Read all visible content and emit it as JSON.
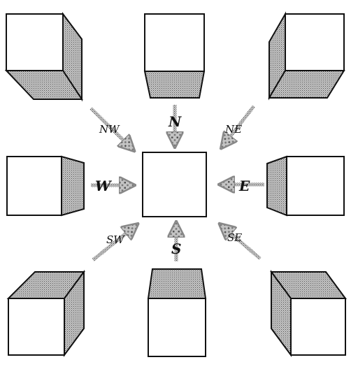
{
  "directions": {
    "n": "N",
    "ne": "NE",
    "e": "E",
    "se": "SE",
    "s": "S",
    "sw": "SW",
    "w": "W",
    "nw": "NW"
  },
  "colors": {
    "stroke": "#111111",
    "shade": "#a6a6a6",
    "face": "#ffffff"
  }
}
